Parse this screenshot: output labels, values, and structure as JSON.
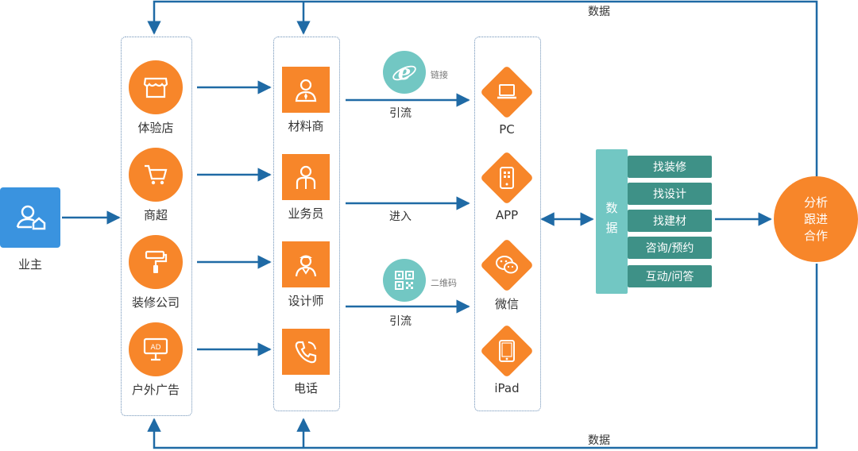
{
  "owner": {
    "label": "业主"
  },
  "channels": [
    {
      "label": "体验店",
      "icon": "storefront-icon"
    },
    {
      "label": "商超",
      "icon": "shopping-cart-icon"
    },
    {
      "label": "装修公司",
      "icon": "paint-roller-icon"
    },
    {
      "label": "户外广告",
      "icon": "billboard-icon",
      "icon_text": "AD"
    }
  ],
  "actors": [
    {
      "label": "材料商",
      "icon": "user-tie-icon"
    },
    {
      "label": "业务员",
      "icon": "salesperson-icon"
    },
    {
      "label": "设计师",
      "icon": "designer-icon"
    },
    {
      "label": "电话",
      "icon": "phone-icon"
    }
  ],
  "edges": {
    "link": {
      "label": "引流",
      "badge": "链接",
      "icon": "ie-browser-icon"
    },
    "enter": {
      "label": "进入"
    },
    "qr": {
      "label": "引流",
      "badge": "二维码",
      "icon": "qr-code-icon"
    }
  },
  "platforms": [
    {
      "label": "PC",
      "icon": "laptop-icon"
    },
    {
      "label": "APP",
      "icon": "mobile-app-icon"
    },
    {
      "label": "微信",
      "icon": "wechat-icon"
    },
    {
      "label": "iPad",
      "icon": "tablet-icon"
    }
  ],
  "data_hub": {
    "label": "数据",
    "items": [
      "找装修",
      "找设计",
      "找建材",
      "咨询/预约",
      "互动/问答"
    ]
  },
  "analysis": {
    "lines": [
      "分析",
      "跟进",
      "合作"
    ]
  },
  "feedback": {
    "top_label": "数据",
    "bottom_label": "数据"
  },
  "colors": {
    "orange": "#f7862a",
    "blue_line": "#1f6aa5",
    "teal": "#72c7c3",
    "dark_teal": "#3e9187",
    "owner_blue": "#3a93df"
  }
}
